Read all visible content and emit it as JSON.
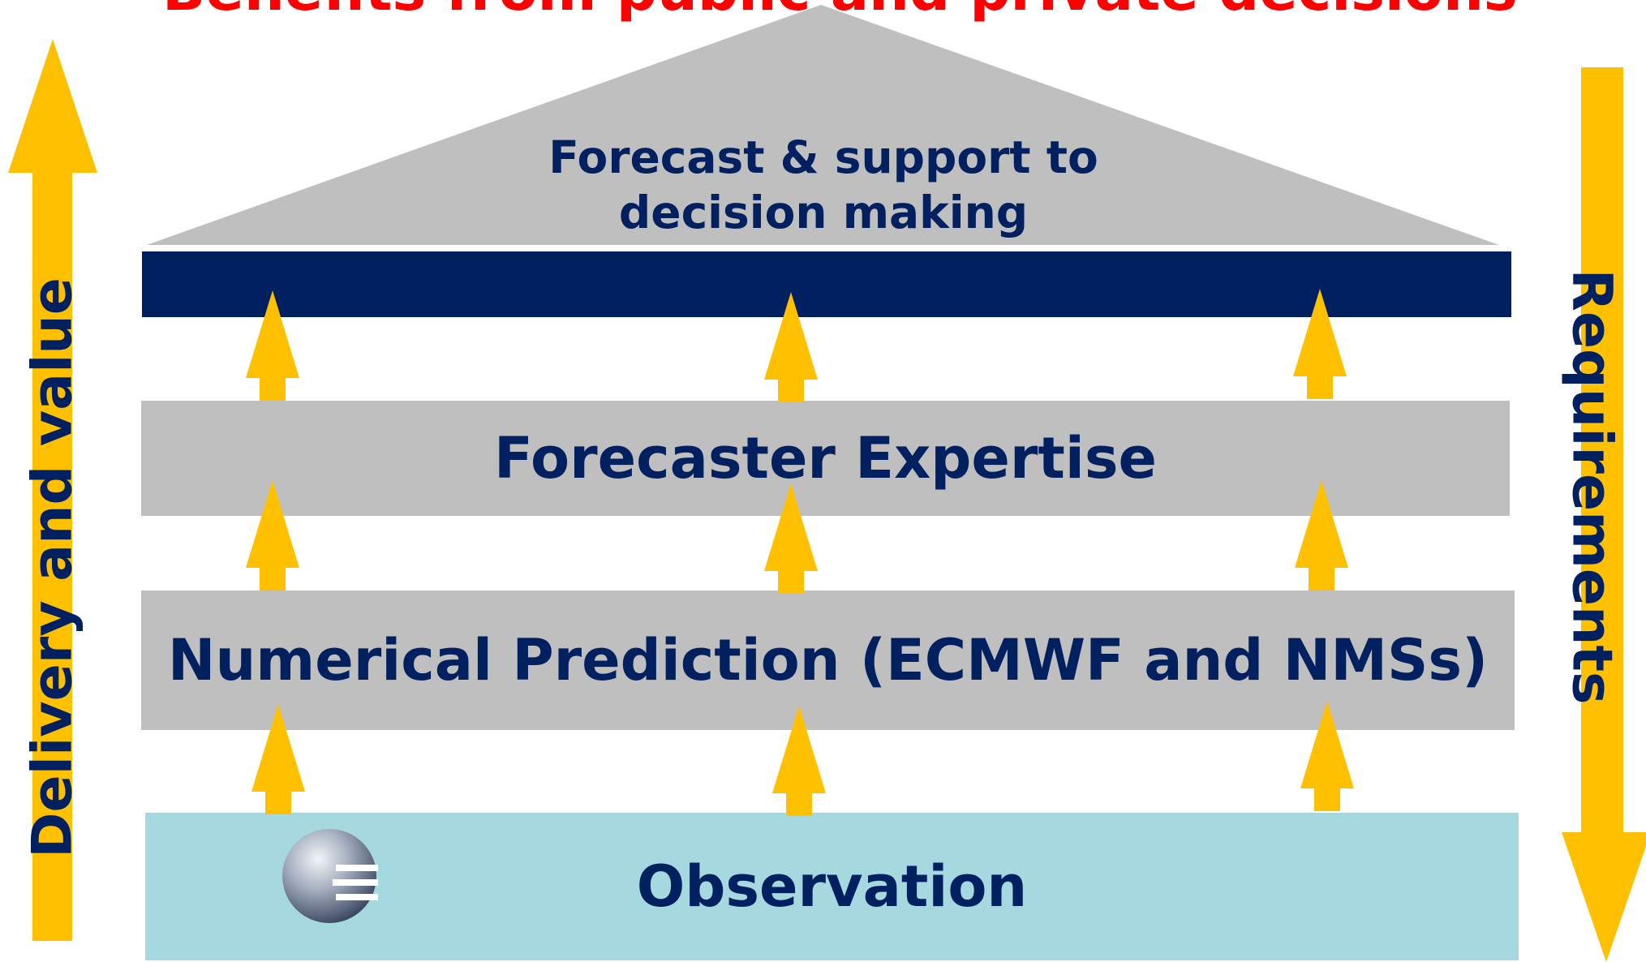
{
  "banner": {
    "title": "Benefits from public and private decisions"
  },
  "roof": {
    "line1": "Forecast & support to",
    "line2": "decision making"
  },
  "layers": {
    "forecaster": "Forecaster Expertise",
    "numerical": "Numerical Prediction (ECMWF and NMSs)",
    "observation": "Observation"
  },
  "side_labels": {
    "left": "Delivery and value",
    "right": "Requirements"
  },
  "colors": {
    "arrow": "#FFC000",
    "navy": "#002060",
    "gray": "#BFBFBF",
    "teal": "#A5D8DF",
    "banner": "#FF0000"
  },
  "icons": {
    "logo": "ecmwf-globe-icon"
  }
}
